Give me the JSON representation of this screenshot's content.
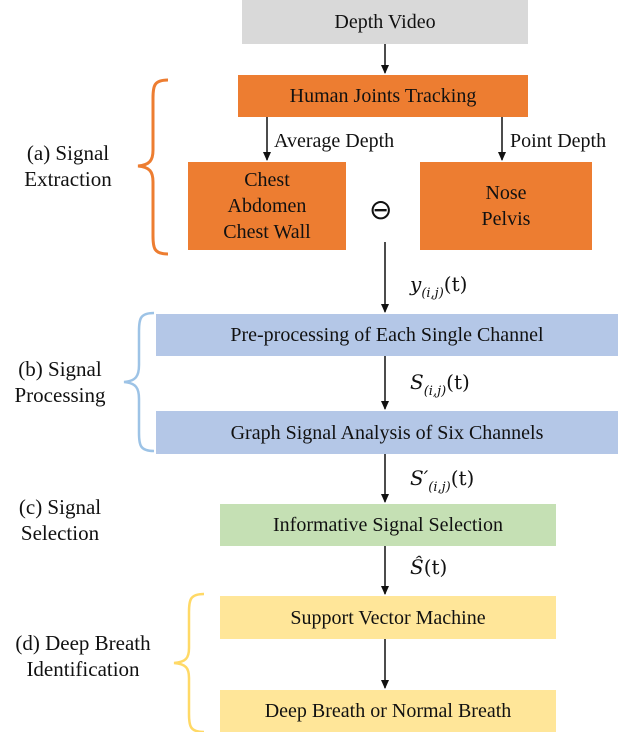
{
  "colors": {
    "gray_box": "#d9d9d9",
    "orange_box": "#ed7d31",
    "blue_box": "#b4c7e7",
    "green_box": "#c5e0b4",
    "yellow_box": "#ffe699",
    "orange_brace": "#ed7d31",
    "blue_brace": "#9dc3e6",
    "yellow_brace": "#ffd966"
  },
  "boxes": {
    "depth_video": "Depth Video",
    "joints_tracking": "Human Joints Tracking",
    "chest_group": [
      "Chest",
      "Abdomen",
      "Chest Wall"
    ],
    "nose_group": [
      "Nose",
      "Pelvis"
    ],
    "preprocessing": "Pre-processing of Each Single Channel",
    "graph_analysis": "Graph Signal Analysis of Six Channels",
    "signal_selection": "Informative Signal Selection",
    "svm": "Support Vector Machine",
    "output": "Deep Breath or Normal Breath"
  },
  "edge_labels": {
    "average_depth": "Average Depth",
    "point_depth": "Point Depth",
    "minus_symbol": "⊖"
  },
  "math_labels": {
    "y_signal": {
      "base": "y",
      "sub": "(i,j)",
      "arg": "(t)"
    },
    "s_signal": {
      "base": "S",
      "sub": "(i,j)",
      "arg": "(t)"
    },
    "s_prime_signal": {
      "base": "S′",
      "sub": "(i,j)",
      "arg": "(t)"
    },
    "s_hat_signal": {
      "base": "Ŝ",
      "sub": "",
      "arg": "(t)"
    }
  },
  "stages": {
    "a": [
      "(a) Signal",
      "Extraction"
    ],
    "b": [
      "(b) Signal",
      "Processing"
    ],
    "c": [
      "(c) Signal",
      "Selection"
    ],
    "d": [
      "(d) Deep Breath",
      "Identification"
    ]
  }
}
